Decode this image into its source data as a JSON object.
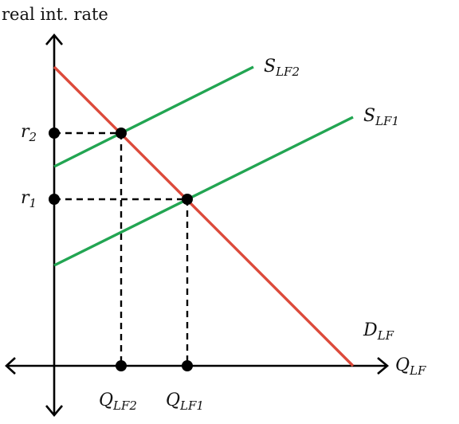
{
  "y_axis": {
    "title": "real int. rate"
  },
  "x_axis": {
    "title_main": "Q",
    "title_sub": "LF"
  },
  "curves": {
    "supply2": {
      "main": "S",
      "sub": "LF2",
      "color": "#22a552"
    },
    "supply1": {
      "main": "S",
      "sub": "LF1",
      "color": "#22a552"
    },
    "demand": {
      "main": "D",
      "sub": "LF",
      "color": "#dc4a3b"
    }
  },
  "rates": {
    "r2": {
      "main": "r",
      "sub": "2"
    },
    "r1": {
      "main": "r",
      "sub": "1"
    }
  },
  "quantities": {
    "q2": {
      "main": "Q",
      "sub": "LF2"
    },
    "q1": {
      "main": "Q",
      "sub": "LF1"
    }
  },
  "colors": {
    "axis": "#000000",
    "guide": "#000000",
    "point": "#000000"
  }
}
